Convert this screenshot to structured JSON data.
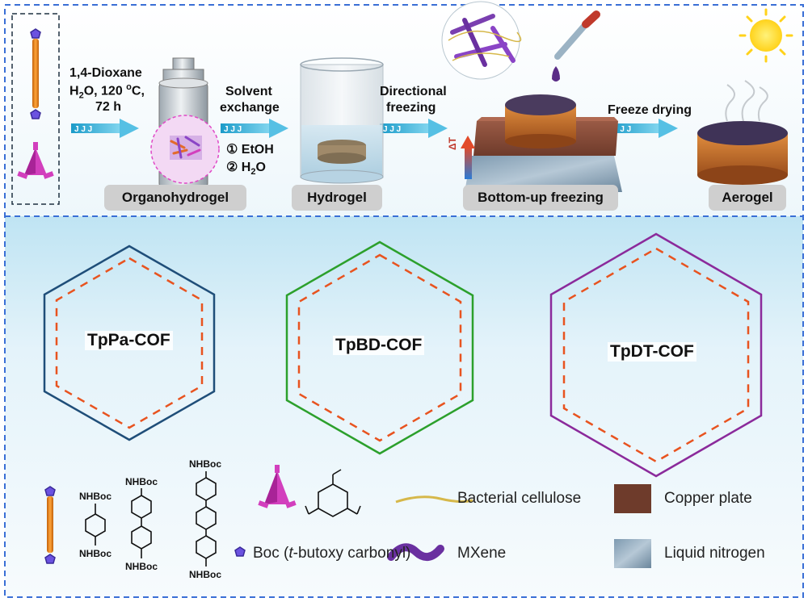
{
  "synthesis": {
    "step1": {
      "line1": "1,4-Dioxane",
      "line2_main": "H",
      "line2_sub": "2",
      "line2_rest": "O, 120 ",
      "line2_sup": "o",
      "line2_end": "C,",
      "line3": "72 h"
    },
    "step2": {
      "line1": "Solvent",
      "line2": "exchange",
      "opt1": "① EtOH",
      "opt2_main": "② H",
      "opt2_sub": "2",
      "opt2_end": "O"
    },
    "step3": {
      "line1": "Directional",
      "line2": "freezing"
    },
    "step4": {
      "line1": "Freeze drying"
    },
    "delta_t": "ΔT"
  },
  "stages": [
    "Organohydrogel",
    "Hydrogel",
    "Bottom-up freezing",
    "Aerogel"
  ],
  "cofs": [
    "TpPa-COF",
    "TpBD-COF",
    "TpDT-COF"
  ],
  "cof_colors": {
    "triformyl": "#e8531f",
    "pa": "#1f4e79",
    "bd": "#2ca02c",
    "dt": "#8b2a9b",
    "boc": "#5b3fd6"
  },
  "chem_labels": {
    "pa_top": "NHBoc",
    "pa_bottom": "NHBoc",
    "bd_top": "NHBoc",
    "bd_bottom": "NHBoc",
    "dt_top": "NHBoc",
    "dt_bottom": "NHBoc"
  },
  "legend": {
    "boc_prefix": "Boc (",
    "boc_italic": "t",
    "boc_suffix": "-butoxy carbonyl)",
    "bacterial_cellulose": "Bacterial cellulose",
    "mxene": "MXene",
    "copper_plate": "Copper plate",
    "liquid_nitrogen": "Liquid nitrogen"
  }
}
